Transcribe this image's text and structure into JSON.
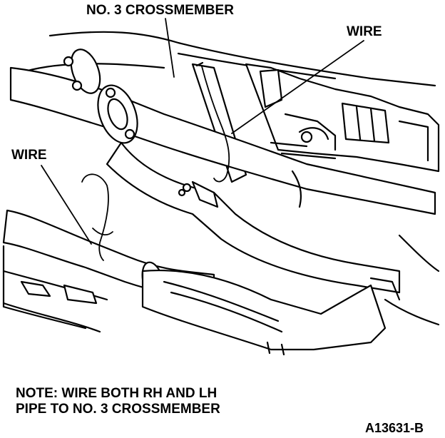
{
  "labels": {
    "crossmember": "NO. 3 CROSSMEMBER",
    "wire_top": "WIRE",
    "wire_left": "WIRE"
  },
  "note": {
    "line1": "NOTE: WIRE BOTH RH AND LH",
    "line2": "PIPE TO NO. 3 CROSSMEMBER"
  },
  "figure_id": "A13631-B"
}
